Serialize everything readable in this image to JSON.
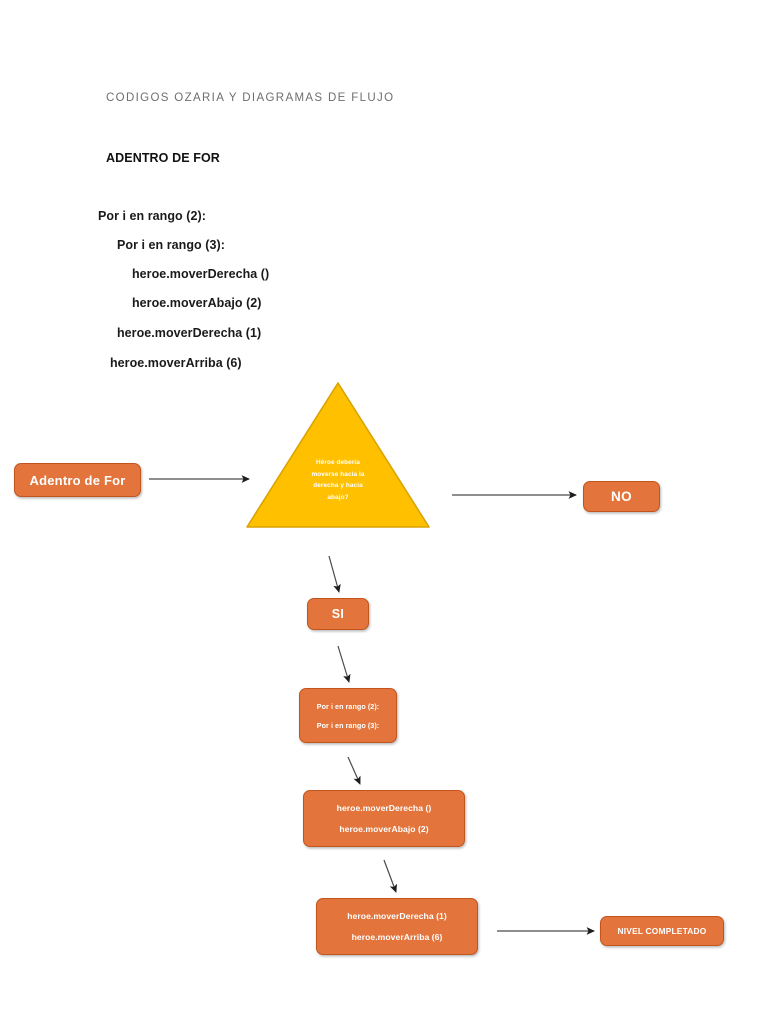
{
  "document": {
    "title": "CODIGOS OZARIA Y DIAGRAMAS DE FLUJO",
    "section_heading": "ADENTRO DE FOR"
  },
  "code_block": {
    "lines": [
      {
        "text": "Por i en rango (2):",
        "indent": 0
      },
      {
        "text": "Por i en rango (3):",
        "indent": 1
      },
      {
        "text": "heroe.moverDerecha ()",
        "indent": 2
      },
      {
        "text": "heroe.moverAbajo (2)",
        "indent": 2
      },
      {
        "text": "heroe.moverDerecha (1)",
        "indent": 1
      },
      {
        "text": "heroe.moverArriba (6)",
        "indent": 1
      }
    ]
  },
  "flowchart": {
    "start": {
      "label": "Adentro de For"
    },
    "decision": {
      "lines": [
        "Héroe debería",
        "moverse hacia la",
        "derecha y hacia",
        "abajo?"
      ]
    },
    "branch_no": {
      "label": "NO"
    },
    "branch_si": {
      "label": "SI"
    },
    "loops": {
      "line1": "Por i en rango (2):",
      "line2": "Por i en rango (3):"
    },
    "actions_1": {
      "line1": "heroe.moverDerecha ()",
      "line2": "heroe.moverAbajo (2)"
    },
    "actions_2": {
      "line1": "heroe.moverDerecha (1)",
      "line2": "heroe.moverArriba (6)"
    },
    "end": {
      "label": "NIVEL COMPLETADO"
    }
  },
  "colors": {
    "node_fill": "#E2743C",
    "node_border": "#C2541D",
    "decision_fill": "#FFC000",
    "decision_border": "#D9A300",
    "arrow": "#404040",
    "title_text": "#6E6E6E"
  }
}
